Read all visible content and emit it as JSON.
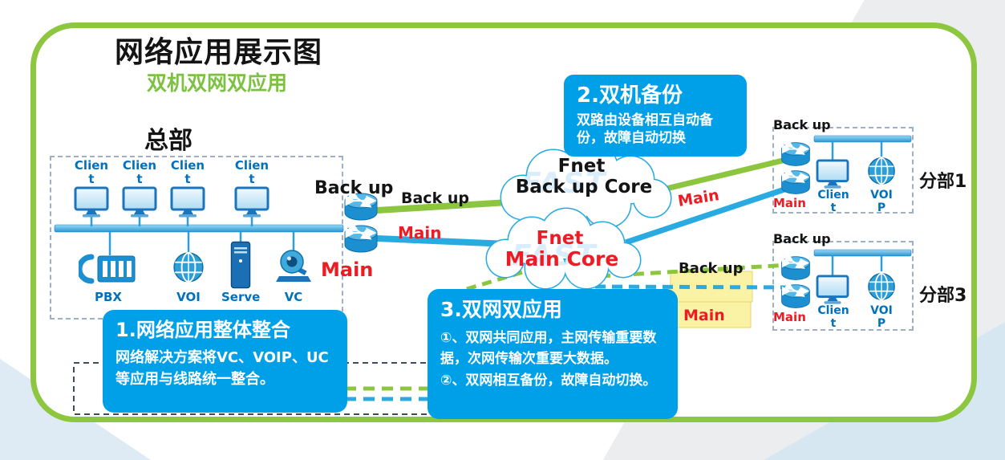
{
  "title": "网络应用展示图",
  "subtitle": "双机双网双应用",
  "watermark": "FAST",
  "colors": {
    "frame_green": "#8DC63F",
    "callout_blue": "#00A0E9",
    "link_blue": "#29ABE2",
    "link_green": "#8CC63E",
    "label_blue": "#0071BC",
    "red": "#ED1C24",
    "highlight_yellow": "#FAF3A5"
  },
  "hq": {
    "label": "总部",
    "client_label": "Clien\nt",
    "pbx_label": "PBX",
    "voip_label": "VOI",
    "server_label": "Serve",
    "vc_label": "VC",
    "router_backup_label": "Back up",
    "router_main_label": "Main"
  },
  "links": {
    "hq_backup_label": "Back up",
    "hq_main_label": "Main",
    "branch1_main_label": "Main",
    "branch3_backup_label": "Back up",
    "branch3_main_label": "Main"
  },
  "clouds": {
    "backup": {
      "name": "Fnet",
      "core": "Back up Core"
    },
    "main": {
      "name": "Fnet",
      "core": "Main Core"
    }
  },
  "branch1": {
    "label": "分部1",
    "backup_label": "Back up",
    "main_label": "Main",
    "client_label": "Clien\nt",
    "voip_label": "VOI\nP"
  },
  "branch3": {
    "label": "分部3",
    "backup_label": "Back up",
    "main_label": "Main",
    "client_label": "Clien\nt",
    "voip_label": "VOI\nP"
  },
  "callouts": {
    "c1": {
      "title": "1.网络应用整体整合",
      "body": "网络解决方案将VC、VOIP、UC等应用与线路统一整合。"
    },
    "c2": {
      "title": "2.双机备份",
      "body": "双路由设备相互自动备份，故障自动切换"
    },
    "c3": {
      "title": "3.双网双应用",
      "body1": "①、双网共同应用，主网传输重要数据，次网传输次重要大数据。",
      "body2": "②、双网相互备份，故障自动切换。"
    }
  }
}
